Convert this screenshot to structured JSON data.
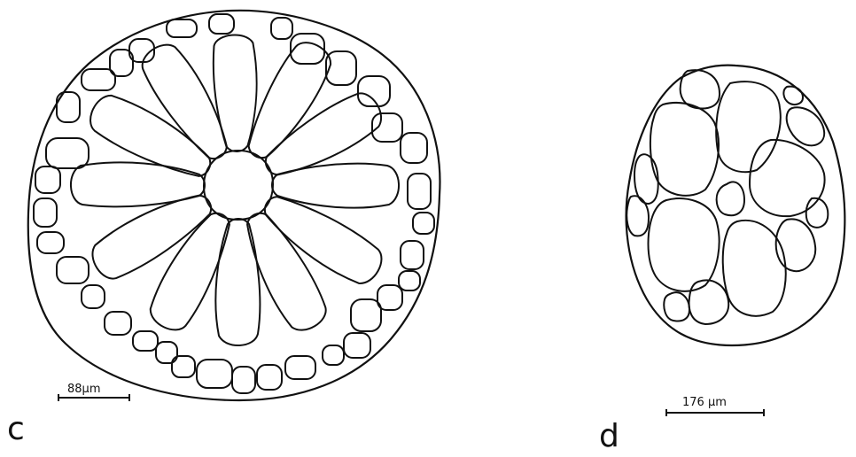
{
  "panels": [
    {
      "letter": "c",
      "scale_label": "88μm"
    },
    {
      "letter": "d",
      "scale_label": "176 μm"
    }
  ],
  "colors": {
    "ink": "#111111",
    "background": "#ffffff"
  }
}
